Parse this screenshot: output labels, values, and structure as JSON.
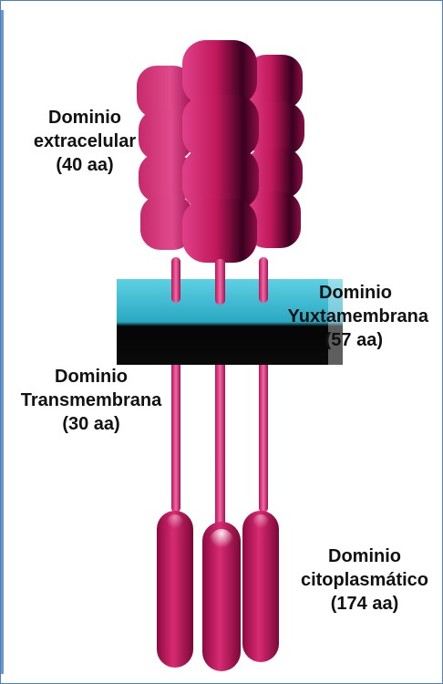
{
  "labels": {
    "extracellular": [
      "Dominio",
      "extracelular",
      "(40 aa)"
    ],
    "juxtamembrane": [
      "Dominio",
      "Yuxtamembrana",
      "(57 aa)"
    ],
    "transmembrane": [
      "Dominio",
      "Transmembrana",
      "(30 aa)"
    ],
    "cytoplasmic": [
      "Dominio",
      "citoplasmático",
      "(174 aa)"
    ]
  },
  "colors": {
    "protein": "#d6306f",
    "protein_dark": "#1a0010",
    "membrane_top": "#3bbfd6",
    "membrane_bottom": "#050505",
    "frame": "#4a7fc0"
  }
}
